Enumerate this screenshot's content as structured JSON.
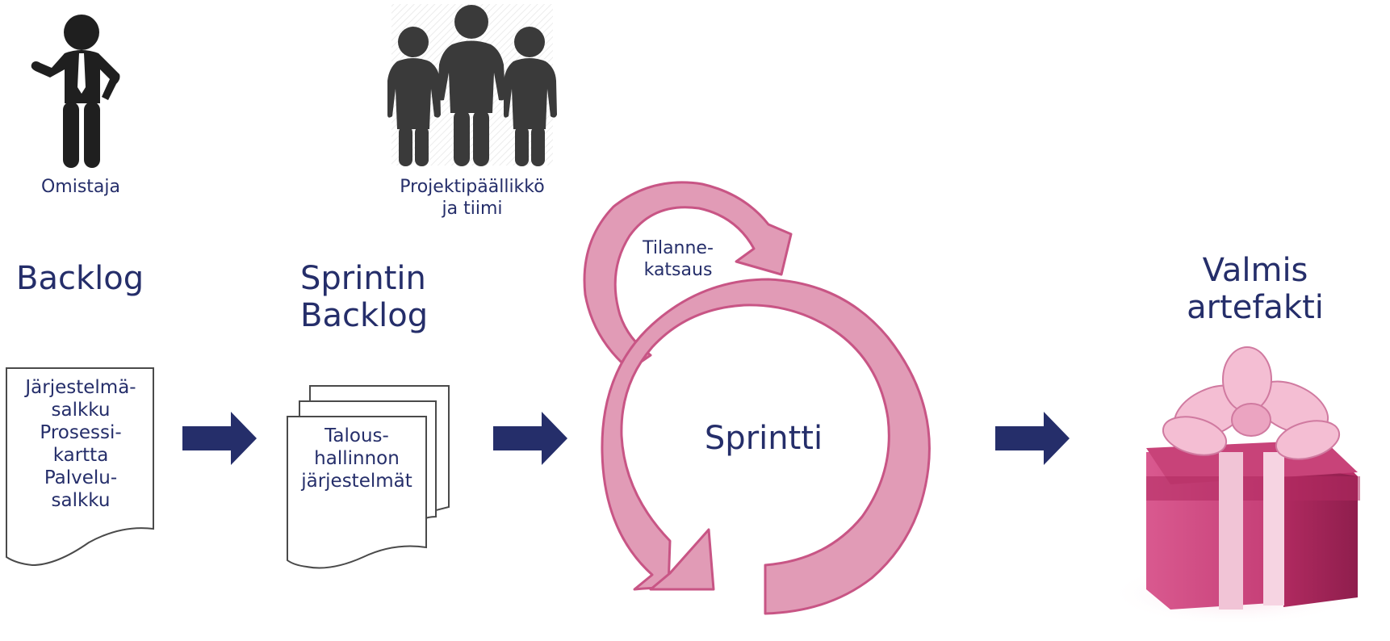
{
  "roles": {
    "owner": "Omistaja",
    "team_line1": "Projektipäällikkö",
    "team_line2": "ja tiimi"
  },
  "backlog": {
    "title": "Backlog",
    "items": [
      "Järjestelmä-",
      "salkku",
      "Prosessi-",
      "kartta",
      "Palvelu-",
      "salkku"
    ]
  },
  "sprint_backlog": {
    "title_line1": "Sprintin",
    "title_line2": "Backlog",
    "items": [
      "Talous-",
      "hallinnon",
      "järjestelmät"
    ]
  },
  "sprint": {
    "label": "Sprintti",
    "review_line1": "Tilanne-",
    "review_line2": "katsaus"
  },
  "result": {
    "title_line1": "Valmis",
    "title_line2": "artefakti"
  },
  "colors": {
    "text": "#252e6a",
    "arrow": "#252e6a",
    "cycle_fill": "#e19bb6",
    "cycle_stroke": "#c85585",
    "gift": "#c93a74",
    "icon": "#222222"
  }
}
